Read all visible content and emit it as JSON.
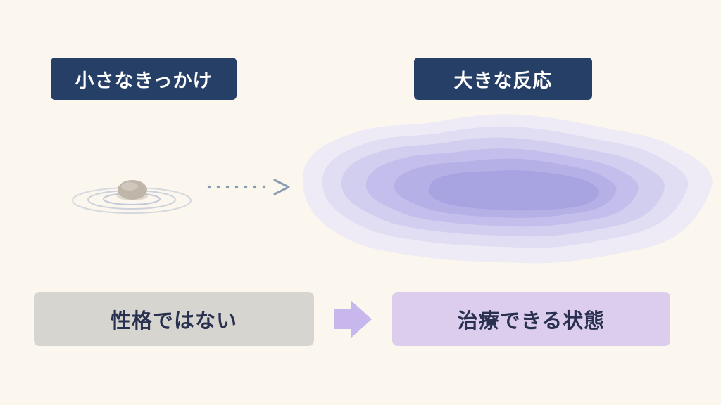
{
  "labels": {
    "small_trigger": "小さなきっかけ",
    "big_reaction": "大きな反応"
  },
  "panels": {
    "not_personality": "性格ではない",
    "treatable_state": "治療できる状態"
  },
  "colors": {
    "background": "#fbf7ee",
    "label_background": "#263f66",
    "label_text": "#ffffff",
    "left_panel": "#d7d5cf",
    "right_panel": "#dbcdeb",
    "panel_text": "#2a3150",
    "arrow_dotted": "#8a9bb4",
    "arrow_block": "#c7b7ec",
    "puddle": "#a6a2e0",
    "stone": "#bfb6a9",
    "ripple": "#b8c0d4"
  },
  "icons": {
    "stone": "stone-icon",
    "ripples": "ripple-icon",
    "puddle": "puddle-icon",
    "dotted_arrow": "dotted-arrow-icon",
    "block_arrow": "block-arrow-icon"
  }
}
